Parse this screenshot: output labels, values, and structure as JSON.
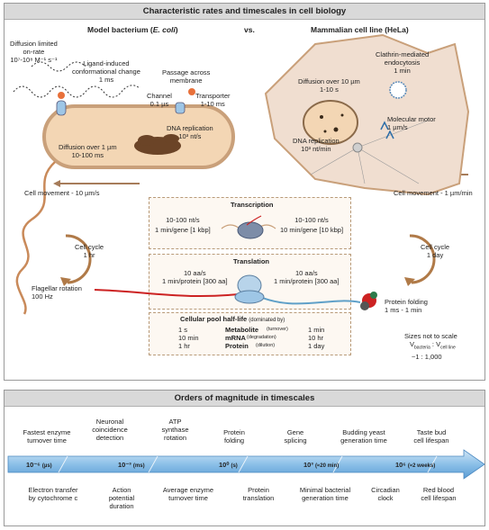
{
  "top_panel": {
    "title": "Characteristic rates and timescales in cell biology",
    "bacterium_title": "Model bacterium (E. coli)",
    "vs": "vs.",
    "mammal_title": "Mammalian cell line (HeLa)",
    "diff_limited": [
      "Diffusion limited",
      "on-rate",
      "10⁷-10⁸ M⁻¹ s⁻¹"
    ],
    "ligand": [
      "Ligand-induced",
      "conformational change",
      "1 ms"
    ],
    "passage": [
      "Passage across",
      "membrane"
    ],
    "channel": [
      "Channel",
      "0.1 µs"
    ],
    "transporter": [
      "Transporter",
      "1-10 ms"
    ],
    "dna_rep_bact": [
      "DNA replication",
      "10³ nt/s"
    ],
    "diff_bact": [
      "Diffusion over 1 µm",
      "10-100 ms"
    ],
    "cell_move_bact": "Cell movement - 10 µm/s",
    "cell_cycle_bact": [
      "Cell cycle",
      "1 hr"
    ],
    "flagellar": [
      "Flagellar rotation",
      "100 Hz"
    ],
    "diff_mammal": [
      "Diffusion over 10 µm",
      "1-10 s"
    ],
    "clathrin": [
      "Clathrin-mediated",
      "endocytosis",
      "1 min"
    ],
    "motor": [
      "Molecular motor",
      "1 µm/s"
    ],
    "dna_rep_mammal": [
      "DNA replication",
      "10³ nt/min"
    ],
    "cell_move_mammal": "Cell movement - 1 µm/min",
    "cell_cycle_mammal": [
      "Cell cycle",
      "1 day"
    ],
    "transcription": {
      "title": "Transcription",
      "left": [
        "10-100 nt/s",
        "1 min/gene [1 kbp]"
      ],
      "right": [
        "10-100 nt/s",
        "10 min/gene [10 kbp]"
      ]
    },
    "translation": {
      "title": "Translation",
      "left": [
        "10 aa/s",
        "1 min/protein [300 aa]"
      ],
      "right": [
        "10 aa/s",
        "1 min/protein [300 aa]"
      ]
    },
    "folding": [
      "Protein folding",
      "1 ms - 1 min"
    ],
    "pool": {
      "title": "Cellular pool half-life",
      "title_note": "(dominated by)",
      "rows": [
        {
          "left": "1 s",
          "label": "Metabolite",
          "note": "(turnover)",
          "right": "1 min"
        },
        {
          "left": "10 min",
          "label": "mRNA",
          "note": "(degradation)",
          "right": "10  hr"
        },
        {
          "left": "1 hr",
          "label": "Protein",
          "note": "(dilution)",
          "right": "1 day"
        }
      ]
    },
    "scale_note": [
      "Sizes not to scale",
      "V",
      "bacteria",
      " : V",
      "cell line",
      "~1 : 1,000"
    ]
  },
  "bottom_panel": {
    "title": "Orders of magnitude in timescales",
    "above_labels": [
      [
        "Fastest enzyme",
        "turnover time"
      ],
      [
        "Neuronal",
        "coincidence",
        "detection"
      ],
      [
        "ATP",
        "synthase",
        "rotation"
      ],
      [
        "Protein",
        "folding"
      ],
      [
        "Gene",
        "splicing"
      ],
      [
        "Budding yeast",
        "generation time"
      ],
      [
        "Taste bud",
        "cell lifespan"
      ]
    ],
    "arrow_ticks": [
      {
        "power": "10⁻⁶",
        "note": "(µs)"
      },
      {
        "power": "10⁻³",
        "note": "(ms)"
      },
      {
        "power": "10⁰",
        "note": "(s)"
      },
      {
        "power": "10³",
        "note": "(≈20 min)"
      },
      {
        "power": "10⁶",
        "note": "(≈2 weeks)"
      }
    ],
    "below_labels": [
      [
        "Electron transfer",
        "by cytochrome c"
      ],
      [
        "Action",
        "potential",
        "duration"
      ],
      [
        "Average enzyme",
        "turnover time"
      ],
      [
        "Protein",
        "translation"
      ],
      [
        "Minimal bacterial",
        "generation time"
      ],
      [
        "Circadian",
        "clock"
      ],
      [
        "Red blood",
        "cell lifespan"
      ]
    ]
  },
  "colors": {
    "header_bg": "#d9d9d9",
    "cell_body": "#f3d6b4",
    "cell_border": "#c9a07a",
    "arrow_blue": "#7ab3e0",
    "mrna_red": "#cc2222",
    "protein_blue": "#5fa0c8"
  }
}
